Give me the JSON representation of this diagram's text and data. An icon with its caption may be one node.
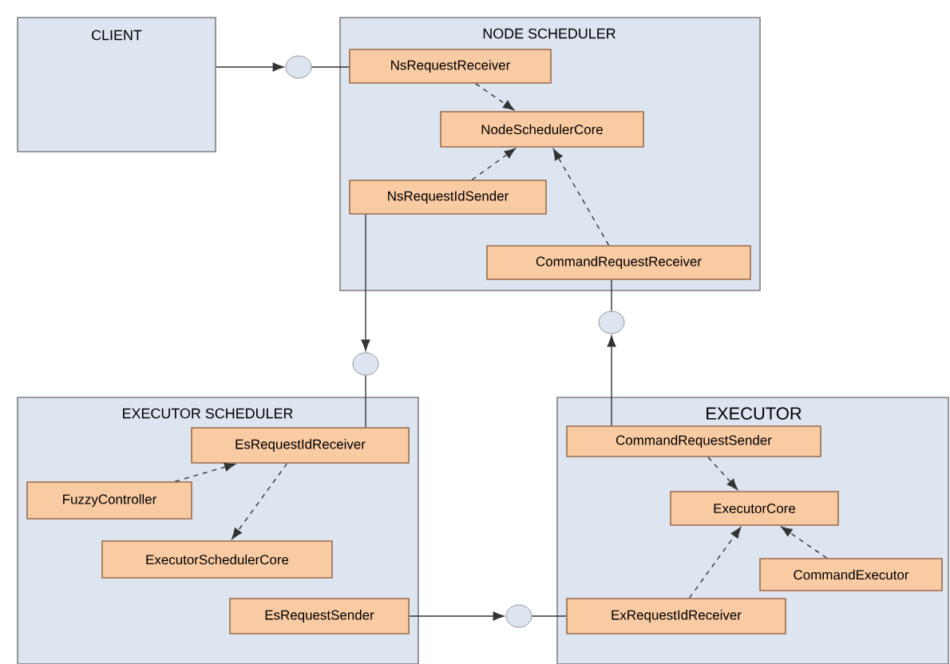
{
  "diagram": {
    "nodes": [
      {
        "text": [
          "CLIENT"
        ]
      },
      {
        "text": [
          "NODE SCHEDULER"
        ]
      },
      {
        "text": [
          "NsRequestReceiver"
        ],
        "in": 1
      },
      {
        "text": [
          "NodeSchedulerCore"
        ],
        "in": 1
      },
      {
        "text": [
          "NsRequestIdSender"
        ],
        "in": 1
      },
      {
        "text": [
          "CommandRequestReceiver"
        ],
        "in": 1
      },
      {
        "text": [
          "EXECUTOR SCHEDULER"
        ]
      },
      {
        "text": [
          "EsRequestIdReceiver"
        ],
        "in": 6
      },
      {
        "text": [
          "FuzzyController"
        ],
        "in": 6
      },
      {
        "text": [
          "ExecutorSchedulerCore"
        ],
        "in": 6
      },
      {
        "text": [
          "EsRequestSender"
        ],
        "in": 6
      },
      {
        "text": [
          "EXECUTOR"
        ]
      },
      {
        "text": [
          "CommandRequestSender"
        ],
        "in": 11
      },
      {
        "text": [
          "ExecutorCore"
        ],
        "in": 11
      },
      {
        "text": [
          "CommandExecutor"
        ],
        "in": 11
      },
      {
        "text": [
          "ExRequestIdReceiver"
        ],
        "in": 11
      },
      {
        "text": [],
        "shape": "circle"
      },
      {
        "text": [],
        "shape": "circle"
      },
      {
        "text": [],
        "shape": "circle"
      },
      {
        "text": [],
        "shape": "circle"
      }
    ],
    "edges": [
      {
        "from": 0,
        "to": 16,
        "arrow": "to"
      },
      {
        "from": 16,
        "to": 2,
        "arrow": "none"
      },
      {
        "from": 2,
        "to": 3,
        "arrow": "to",
        "style": "dashed"
      },
      {
        "from": 4,
        "to": 3,
        "arrow": "to",
        "style": "dashed"
      },
      {
        "from": 5,
        "to": 3,
        "arrow": "to",
        "style": "dashed"
      },
      {
        "from": 17,
        "to": 5,
        "arrow": "none"
      },
      {
        "from": 12,
        "to": 17,
        "arrow": "to"
      },
      {
        "from": 4,
        "to": 18,
        "arrow": "to"
      },
      {
        "from": 18,
        "to": 7,
        "arrow": "none"
      },
      {
        "from": 8,
        "to": 7,
        "arrow": "to",
        "style": "dashed"
      },
      {
        "from": 7,
        "to": 9,
        "arrow": "to",
        "style": "dashed"
      },
      {
        "from": 10,
        "to": 19,
        "arrow": "to"
      },
      {
        "from": 19,
        "to": 15,
        "arrow": "none"
      },
      {
        "from": 12,
        "to": 13,
        "arrow": "to",
        "style": "dashed"
      },
      {
        "from": 14,
        "to": 13,
        "arrow": "to",
        "style": "dashed"
      },
      {
        "from": 15,
        "to": 13,
        "arrow": "to",
        "style": "dashed"
      }
    ]
  }
}
